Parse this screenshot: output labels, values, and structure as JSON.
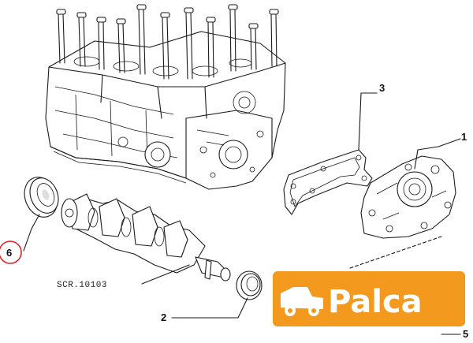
{
  "diagram": {
    "callouts": [
      {
        "id": "1",
        "label": "1"
      },
      {
        "id": "2",
        "label": "2"
      },
      {
        "id": "3",
        "label": "3"
      },
      {
        "id": "5",
        "label": "5"
      },
      {
        "id": "6",
        "label": "6",
        "highlighted": true
      }
    ],
    "reference_label": "SCR.10103",
    "highlight_color": "#d9262b"
  },
  "logo": {
    "text": "Palca",
    "primary_color": "#f39a1e",
    "icon": "truck-icon"
  }
}
